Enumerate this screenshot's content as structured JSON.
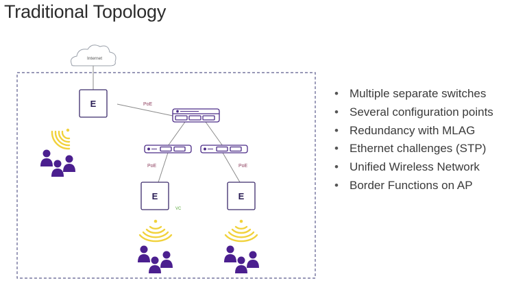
{
  "title": "Traditional Topology",
  "diagram": {
    "internet_label": "Internet",
    "poe_label": "PoE",
    "vc_label": "VC",
    "ap_logo": "E",
    "colors": {
      "boundary": "#5b5b8c",
      "cloud": "#9aa0aa",
      "link": "#8a8a8a",
      "switch": "#4a2a86",
      "ap_border": "#3b2a6b",
      "wifi": "#f1d23c",
      "user": "#4b1f8f",
      "poe_text": "#8b3a5a",
      "vc_text": "#5aaa3c"
    }
  },
  "bullets": [
    "Multiple separate switches",
    "Several configuration points",
    "Redundancy with MLAG",
    "Ethernet challenges (STP)",
    "Unified Wireless Network",
    "Border Functions on AP"
  ],
  "bullet_marker": "•"
}
